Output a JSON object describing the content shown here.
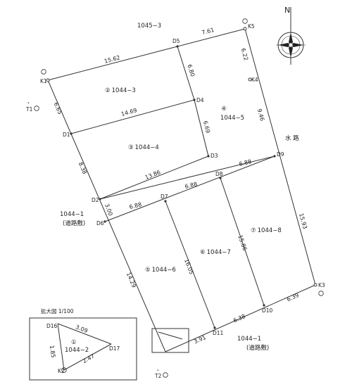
{
  "north": {
    "label": "N"
  },
  "lots": {
    "lot2": {
      "num": "②",
      "id": "1044−3"
    },
    "lot3": {
      "num": "③",
      "id": "1044−4"
    },
    "lot4": {
      "num": "④",
      "id": "1044−5"
    },
    "lot5": {
      "num": "⑤",
      "id": "1044−6"
    },
    "lot6": {
      "num": "⑥",
      "id": "1044−7"
    },
    "lot7": {
      "num": "⑦",
      "id": "1044−8"
    }
  },
  "adjacent": {
    "top": "1045−3",
    "left_id": "1044−1",
    "left_note": "(道路敷)",
    "bottom_id": "1044−1",
    "bottom_note": "(道路敷)",
    "water": "水 路"
  },
  "points": {
    "K1": "K1",
    "K2": "K2",
    "K3": "K3",
    "K4": "K4",
    "K5": "K5",
    "T1": "T1",
    "T2": "T2",
    "D1": "D1",
    "D2": "D2",
    "D3": "D3",
    "D4": "D4",
    "D5": "D5",
    "D6": "D6",
    "D7": "D7",
    "D8": "D8",
    "D9": "D9",
    "D10": "D10",
    "D11": "D11",
    "D16": "D16",
    "D17": "D17"
  },
  "distances": {
    "k1_d5": "15.62",
    "d5_k5": "7.61",
    "k5_k4": "6.22",
    "k4_d9": "9.46",
    "d5_d4": "6.80",
    "d4_d3": "6.69",
    "d1_d4": "14.69",
    "k1_d1": "6.65",
    "d1_d2": "8.38",
    "d2_d3": "13.86",
    "d2_d6": "3.00",
    "d6_d7": "6.88",
    "d7_d8": "6.88",
    "d8_d9": "6.88",
    "d9_k3": "15.93",
    "d8_d10": "15.86",
    "d7_d11": "16.05",
    "d6_bottom": "14.29",
    "k3_d10": "6.39",
    "d10_d11": "6.38",
    "d11_bl": "3.91"
  },
  "inset": {
    "title": "拡大図 1/100",
    "lot_num": "①",
    "lot_id": "1044−2",
    "d16_d17": "3.09",
    "d17_k2": "2.47",
    "k2_d16": "1.85"
  }
}
